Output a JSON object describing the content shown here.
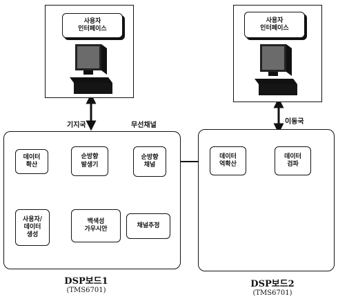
{
  "terminals": [
    {
      "screen_label": "사용자\n인터페이스"
    },
    {
      "screen_label": "사용자\n인터페이스"
    }
  ],
  "side_labels": {
    "base_station": "기지국",
    "wireless_channel": "무선채널",
    "mobile_station": "이동국"
  },
  "board1": {
    "title": "DSP보드1",
    "subtitle": "(TMS6701)",
    "blocks": {
      "data_spread": "데이터\n확산",
      "seq_gen": "순방향\n발생기",
      "fwd_channel": "순방향\n채널",
      "user_data_gen": "사용자/\n데이터\n생성",
      "awgn": "백색성\n가우시안",
      "channel_est": "채널추정"
    }
  },
  "board2": {
    "title": "DSP보드2",
    "subtitle": "(TMS6701)",
    "blocks": {
      "data_despread": "데이터\n역확산",
      "data_detect": "데이터\n검파"
    }
  }
}
